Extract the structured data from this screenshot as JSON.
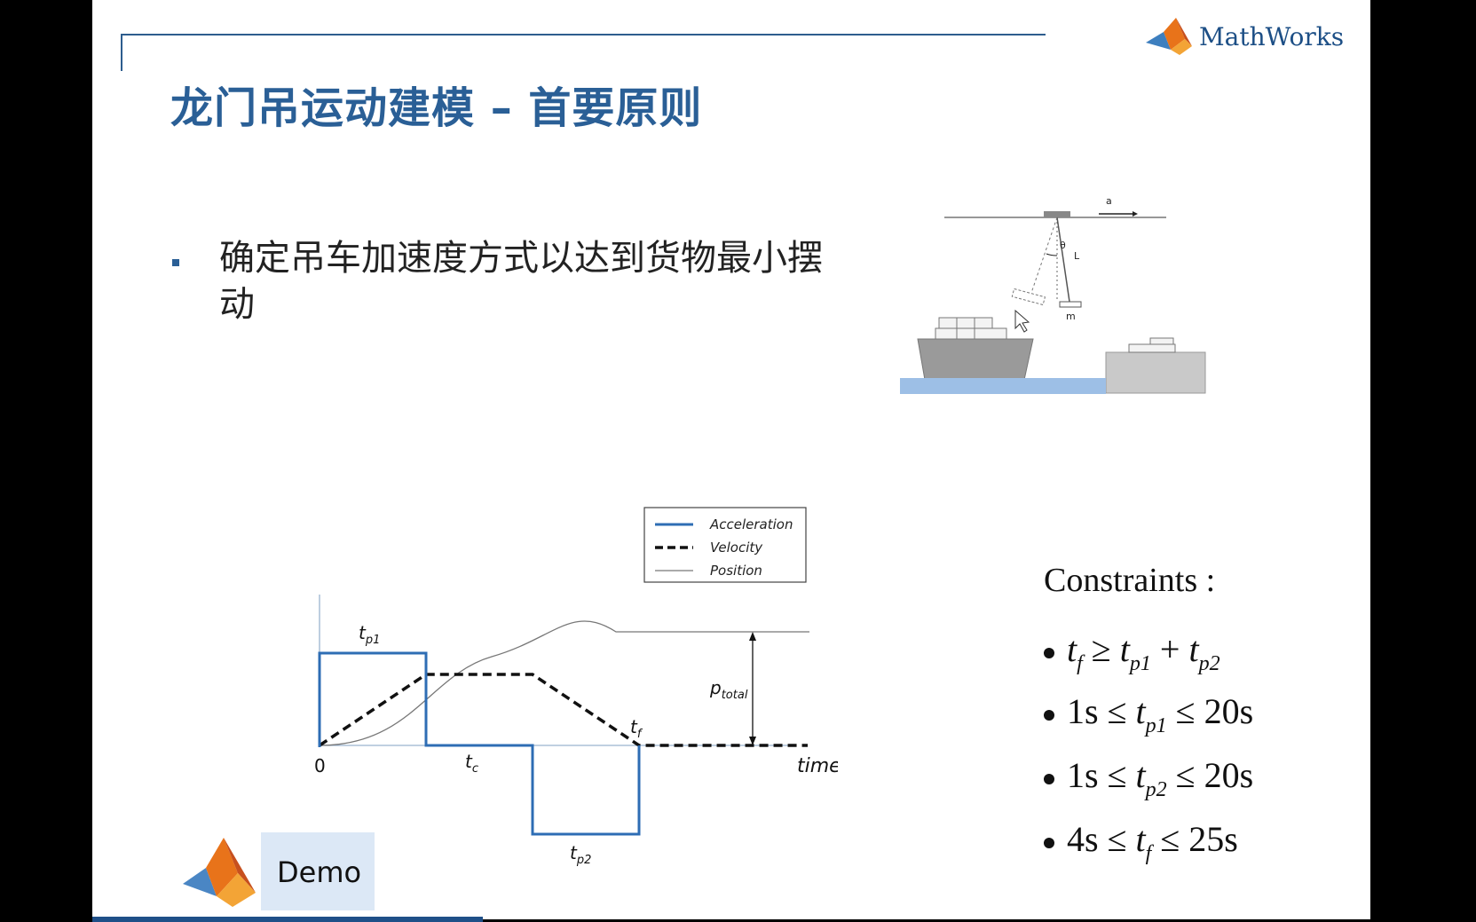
{
  "slide": {
    "title": "龙门吊运动建模 – 首要原则",
    "brand": "MathWorks",
    "bullet": "确定吊车加速度方式以达到货物最小摆动",
    "demo_label": "Demo"
  },
  "crane_diagram": {
    "labels": {
      "accel": "a",
      "angle": "θ",
      "length": "L",
      "mass": "m"
    }
  },
  "motion_plot": {
    "legend": [
      "Acceleration",
      "Velocity",
      "Position"
    ],
    "labels": {
      "tp1": "tp1",
      "tc": "tc",
      "tp2": "tp2",
      "tf": "tf",
      "ptotal": "ptotal",
      "origin": "0",
      "time": "time"
    }
  },
  "constraints": {
    "title": "Constraints :",
    "items": [
      {
        "parts": [
          "t",
          "f",
          " ≥ ",
          "t",
          "p1",
          " + ",
          "t",
          "p2"
        ]
      },
      {
        "parts": [
          "1s ≤ ",
          "t",
          "p1",
          " ≤ 20s"
        ]
      },
      {
        "parts": [
          "1s ≤ ",
          "t",
          "p2",
          " ≤ 20s"
        ]
      },
      {
        "parts": [
          "4s ≤ ",
          "t",
          "f",
          " ≤ 25s"
        ]
      }
    ]
  },
  "colors": {
    "title": "#2a5f96",
    "rule": "#2d5d8e",
    "acceleration": "#2e6db4",
    "velocity": "#111111",
    "position": "#777777",
    "water": "#9dbfe6",
    "dock": "#c9c9c9",
    "demo_bg": "#dce8f6"
  }
}
